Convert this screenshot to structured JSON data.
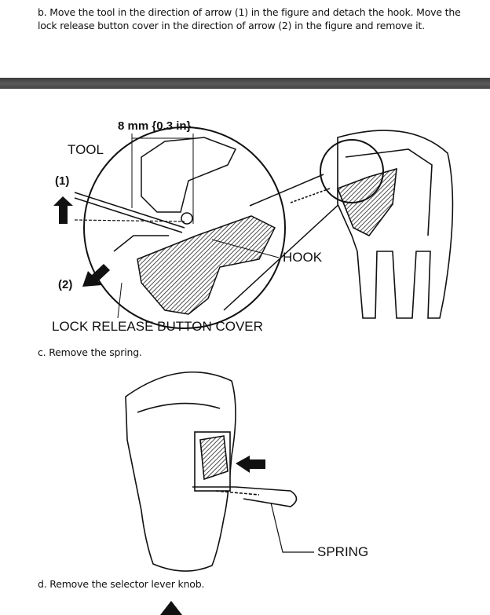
{
  "steps": {
    "b": "b. Move the tool in the direction of arrow (1) in the figure and detach the hook. Move the lock release button cover in the direction of arrow (2) in the figure and remove it.",
    "c": "c. Remove the spring.",
    "d": "d. Remove the selector lever knob."
  },
  "figure1": {
    "dimension": "8 mm {0.3 in}",
    "tool": "TOOL",
    "arrow1": "(1)",
    "arrow2": "(2)",
    "hook": "HOOK",
    "cover": "LOCK RELEASE BUTTON COVER"
  },
  "figure2": {
    "spring": "SPRING"
  }
}
